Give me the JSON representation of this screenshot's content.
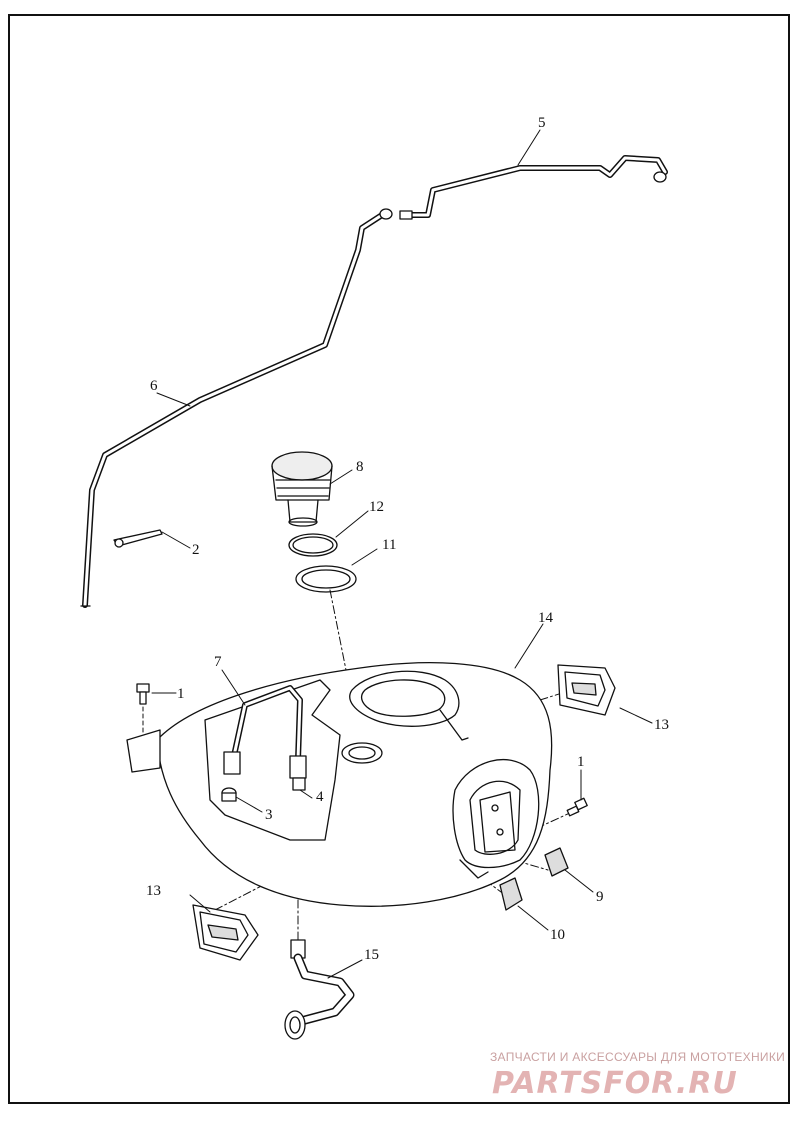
{
  "callouts": [
    {
      "id": "1",
      "label": "1"
    },
    {
      "id": "2",
      "label": "2"
    },
    {
      "id": "3",
      "label": "3"
    },
    {
      "id": "4",
      "label": "4"
    },
    {
      "id": "5",
      "label": "5"
    },
    {
      "id": "6",
      "label": "6"
    },
    {
      "id": "7",
      "label": "7"
    },
    {
      "id": "8",
      "label": "8"
    },
    {
      "id": "9",
      "label": "9"
    },
    {
      "id": "10",
      "label": "10"
    },
    {
      "id": "11",
      "label": "11"
    },
    {
      "id": "12",
      "label": "12"
    },
    {
      "id": "13",
      "label": "13"
    },
    {
      "id": "14",
      "label": "14"
    },
    {
      "id": "15",
      "label": "15"
    }
  ],
  "watermark": {
    "caption": "ЗАПЧАСТИ И АКСЕССУАРЫ ДЛЯ МОТОТЕХНИКИ",
    "logo": "PARTSFOR.RU"
  }
}
